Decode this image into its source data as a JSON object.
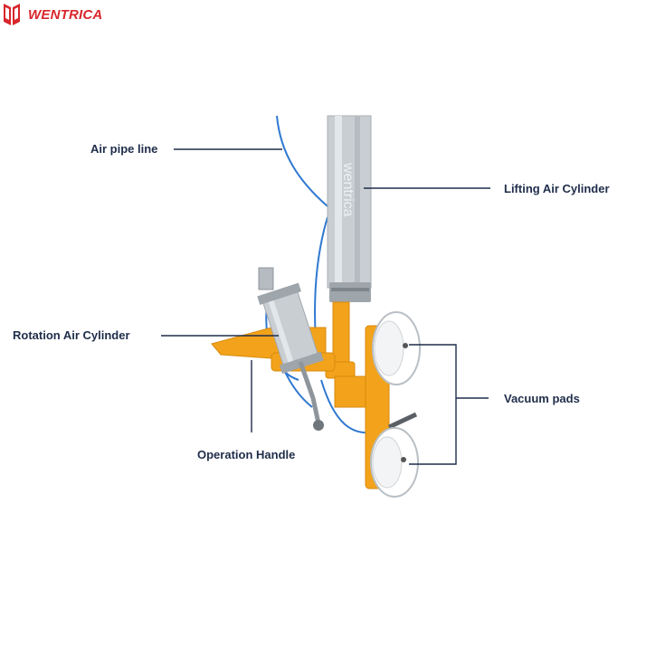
{
  "brand": {
    "name": "WENTRICA",
    "color": "#d8262c"
  },
  "product": {
    "cylinder_text": "wentrica"
  },
  "labels": {
    "air_pipe_line": "Air pipe line",
    "lifting_air_cylinder": "Lifting Air Cylinder",
    "rotation_air_cylinder": "Rotation Air Cylinder",
    "vacuum_pads": "Vacuum pads",
    "operation_handle": "Operation Handle"
  },
  "colors": {
    "label_text": "#1f2d4a",
    "leader_line": "#1f2d4a",
    "frame": "#f2a31b",
    "air_hose": "#2f78d0",
    "cylinder": "#c9ced3"
  }
}
